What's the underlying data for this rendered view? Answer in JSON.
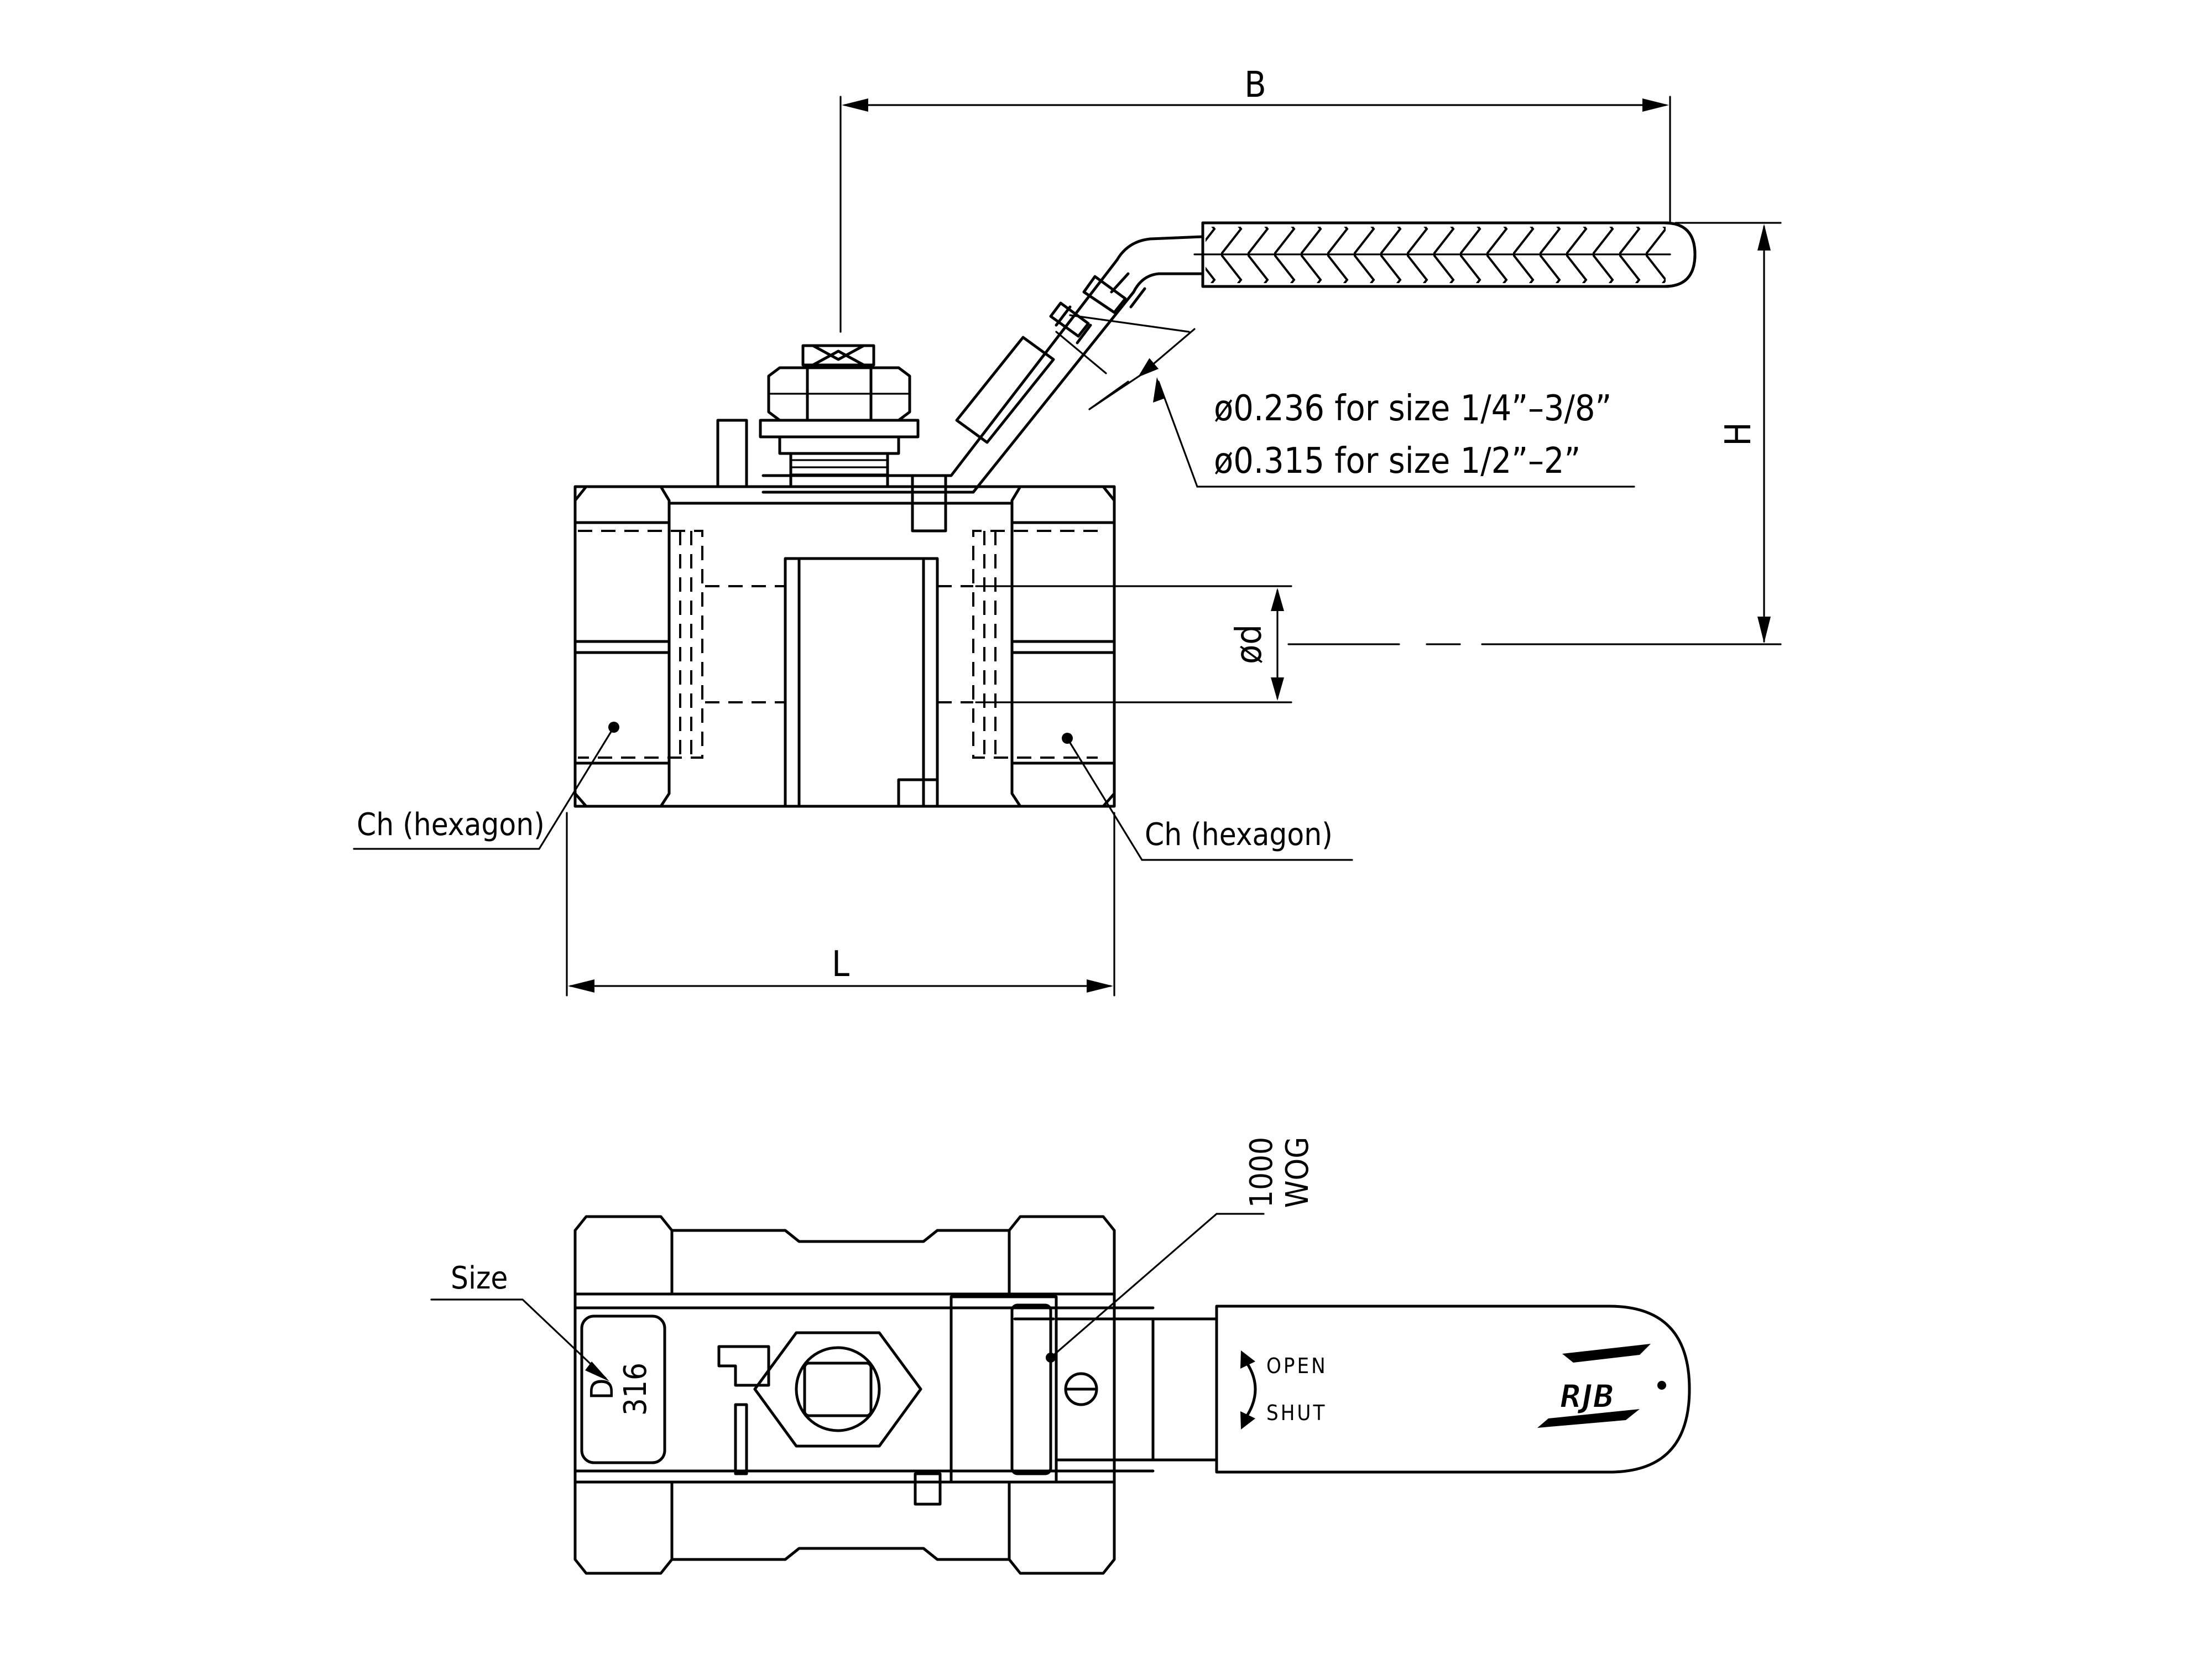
{
  "side_view": {
    "dim_B": "B",
    "dim_H": "H",
    "dim_L": "L",
    "dim_d": "ød",
    "note_line1": "ø0.236 for size 1/4”–3/8”",
    "note_line2": "ø0.315 for size 1/2”–2”",
    "callout_left": "Ch (hexagon)",
    "callout_right": "Ch (hexagon)"
  },
  "top_view": {
    "size_label": "Size",
    "body_mark_1": "D",
    "body_mark_2": "316",
    "rating_line1": "1000",
    "rating_line2": "WOG",
    "open_label": "OPEN",
    "shut_label": "SHUT",
    "logo_icon": "rjb-logo-icon"
  }
}
